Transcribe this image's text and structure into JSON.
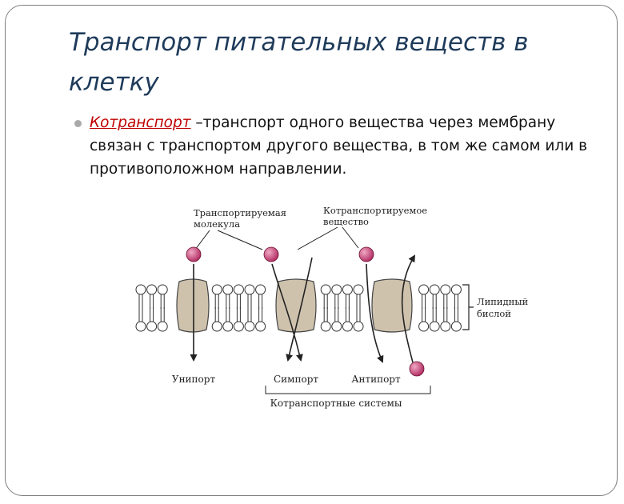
{
  "slide": {
    "title": "Транспорт питательных веществ в клетку",
    "bullet": {
      "term": "Котранспорт",
      "text": " –транспорт одного вещества через мембрану связан с транспортом другого вещества, в том же самом или в противоположном направлении."
    }
  },
  "diagram": {
    "labels": {
      "transported_molecule_line1": "Транспортируемая",
      "transported_molecule_line2": "молекула",
      "cotransported_substance_line1": "Котранспортируемое",
      "cotransported_substance_line2": "вещество",
      "lipid_bilayer_line1": "Липидный",
      "lipid_bilayer_line2": "бислой",
      "uniport": "Унипорт",
      "symport": "Симпорт",
      "antiport": "Антипорт",
      "cotransport_systems": "Котранспортные системы"
    },
    "colors": {
      "molecule": "#c0306a",
      "channel": "#cfc2ad",
      "lipid_head": "#ffffff",
      "line": "#222222"
    }
  }
}
